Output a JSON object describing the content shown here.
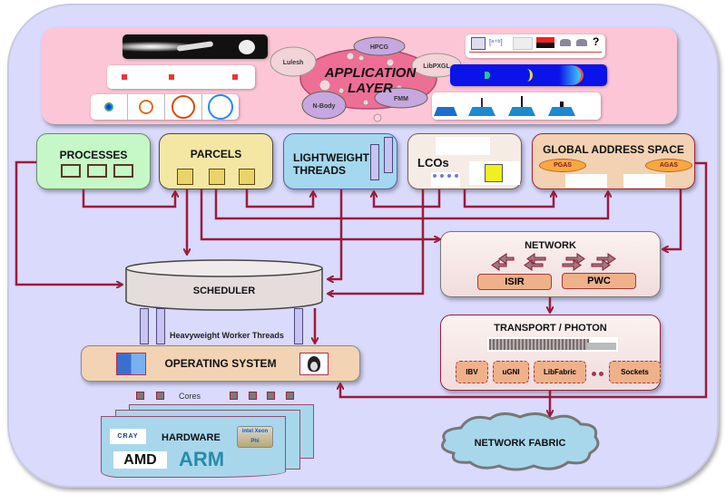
{
  "application_layer": {
    "title_line1": "APPLICATION",
    "title_line2": "LAYER",
    "apps": [
      "Lulesh",
      "HPCG",
      "LibPXGL",
      "N-Body",
      "FMM"
    ]
  },
  "processes": {
    "title": "PROCESSES"
  },
  "parcels": {
    "title": "PARCELS"
  },
  "lightweight_threads": {
    "title_line1": "LIGHTWEIGHT",
    "title_line2": "THREADS"
  },
  "lcos": {
    "title": "LCOs"
  },
  "global_address_space": {
    "title": "GLOBAL ADDRESS SPACE",
    "pgas": "PGAS",
    "agas": "AGAS"
  },
  "network": {
    "title": "NETWORK",
    "components": [
      "ISIR",
      "PWC"
    ]
  },
  "transport": {
    "title": "TRANSPORT / PHOTON",
    "backends": [
      "IBV",
      "uGNI",
      "LibFabric",
      "Sockets"
    ]
  },
  "scheduler": {
    "title": "SCHEDULER",
    "worker_threads_label": "Heavyweight Worker Threads"
  },
  "operating_system": {
    "title": "OPERATING SYSTEM"
  },
  "cores": {
    "label": "Cores"
  },
  "hardware": {
    "title": "HARDWARE",
    "vendors": [
      "CRAY",
      "AMD",
      "ARM",
      "intel Xeon Phi"
    ]
  },
  "network_fabric": {
    "title": "NETWORK FABRIC"
  },
  "colors": {
    "arrow": "#9a1b3c",
    "background": "#d9dafc",
    "app_layer": "#fdc6d6"
  }
}
